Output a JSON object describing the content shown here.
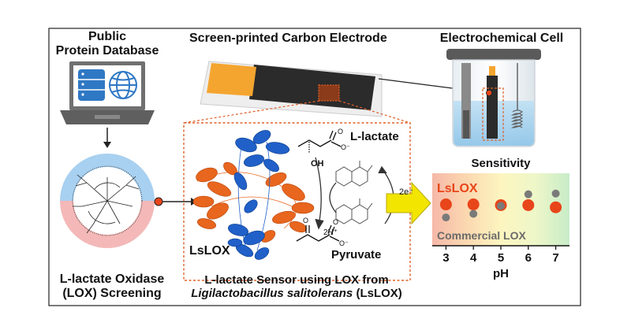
{
  "sections": {
    "database": {
      "title_line1": "Public",
      "title_line2": "Protein Database"
    },
    "electrode": {
      "title": "Screen-printed Carbon Electrode"
    },
    "cell": {
      "title": "Electrochemical Cell"
    },
    "screening": {
      "title_line1": "L-lactate Oxidase",
      "title_line2": "(LOX) Screening"
    },
    "sensor": {
      "caption_line1": "L-lactate Sensor using LOX from",
      "caption_species": "Ligilactobacillus salitolerans",
      "caption_abbrev": " (LsLOX)",
      "enzyme_label": "LsLOX",
      "substrate_label": "L-lactate",
      "product_label": "Pyruvate",
      "electron_label": "2e⁻",
      "proton_label": "2H⁺",
      "hydroxyl_label": "OH"
    }
  },
  "colors": {
    "laptop": "#6e6e6e",
    "database_blue": "#2f78c4",
    "electrode_body": "#2b2b2b",
    "electrode_tab": "#f4a530",
    "electrode_spot": "#8b3b1a",
    "sensor_border": "#e0602a",
    "protein_orange": "#e8661e",
    "protein_blue": "#2060c8",
    "cell_liquid": "#aad4ee",
    "lslox_point": "#e8451a",
    "commercial_point": "#7a7a7a",
    "arrow_yellow": "#f2e600",
    "tree_blue": "#a8d0f0",
    "tree_pink": "#f4b8b8"
  },
  "chart_data": {
    "type": "scatter",
    "title": "Sensitivity",
    "xlabel": "pH",
    "ylabel": "",
    "x": [
      3,
      4,
      5,
      6,
      7
    ],
    "xlim": [
      2.5,
      7.5
    ],
    "ylim": [
      0,
      1
    ],
    "series": [
      {
        "name": "LsLOX",
        "values": [
          0.57,
          0.57,
          0.56,
          0.56,
          0.53
        ]
      },
      {
        "name": "Commercial LOX",
        "values": [
          0.39,
          0.44,
          0.55,
          0.71,
          0.72
        ]
      }
    ]
  }
}
